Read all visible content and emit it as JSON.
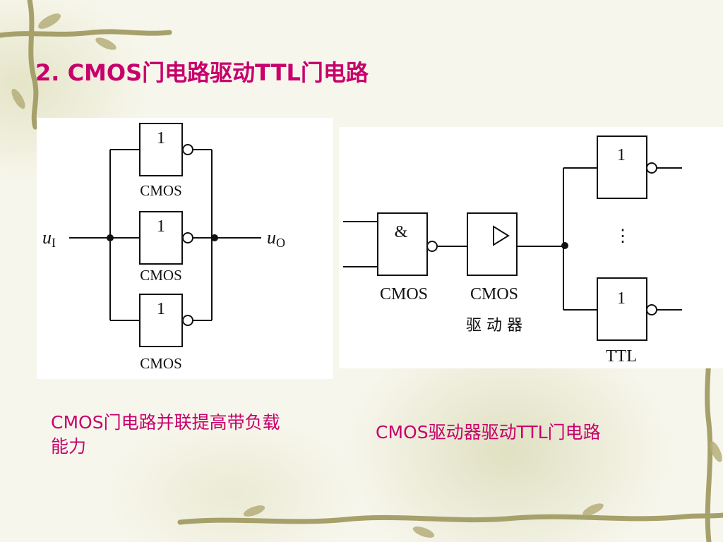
{
  "title": "2. CMOS门电路驱动TTL门电路",
  "colors": {
    "accent": "#c7006b",
    "background": "#f7f6ec",
    "vine": "#a6a06a",
    "wire": "#111111"
  },
  "left_diagram": {
    "input_var": "u",
    "input_sub": "I",
    "output_var": "u",
    "output_sub": "O",
    "gates": [
      {
        "symbol": "1",
        "label": "CMOS"
      },
      {
        "symbol": "1",
        "label": "CMOS"
      },
      {
        "symbol": "1",
        "label": "CMOS"
      }
    ]
  },
  "right_diagram": {
    "and_gate": {
      "symbol": "&",
      "label": "CMOS"
    },
    "driver": {
      "label_line1": "CMOS",
      "label_line2": "驱 动 器"
    },
    "ttl_gates": [
      {
        "symbol": "1"
      },
      {
        "symbol": "1"
      }
    ],
    "ellipsis": "⋮",
    "ttl_label": "TTL"
  },
  "captions": {
    "left": "CMOS门电路并联提高带负载能力",
    "right": "CMOS驱动器驱动TTL门电路"
  }
}
